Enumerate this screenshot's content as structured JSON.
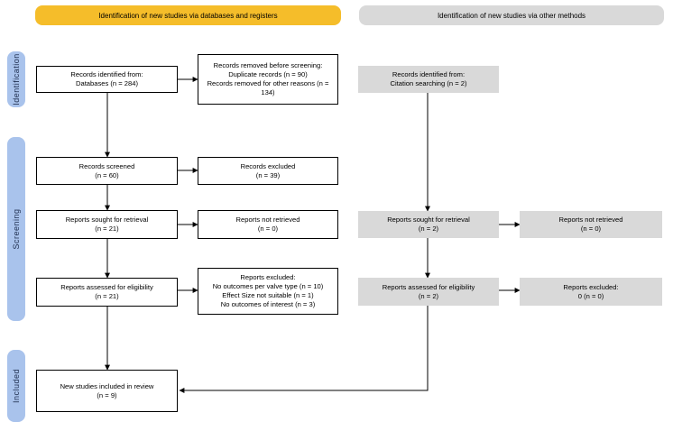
{
  "headers": {
    "databases": "Identification of new studies via databases and registers",
    "other": "Identification of new studies via other methods"
  },
  "phases": {
    "identification": "Identification",
    "screening": "Screening",
    "included": "Included"
  },
  "boxes": {
    "identified_db": [
      "Records identified from:",
      "Databases (n = 284)"
    ],
    "removed": [
      "Records removed before screening:",
      "Duplicate records (n = 90)",
      "Records removed for other reasons (n =",
      "134)"
    ],
    "screened": [
      "Records screened",
      "(n = 60)"
    ],
    "excluded": [
      "Records excluded",
      "(n = 39)"
    ],
    "sought_db": [
      "Reports sought for retrieval",
      "(n = 21)"
    ],
    "not_retrieved_db": [
      "Reports not retrieved",
      "(n = 0)"
    ],
    "assessed_db": [
      "Reports assessed for eligibility",
      "(n = 21)"
    ],
    "excluded_reports_db": [
      "Reports excluded:",
      "No outcomes per valve type (n = 10)",
      "Effect Size not suitable (n = 1)",
      "No outcomes of interest (n = 3)"
    ],
    "included": [
      "New studies included in review",
      "(n = 9)"
    ],
    "identified_other": [
      "Records identified from:",
      "Citation searching (n = 2)"
    ],
    "sought_other": [
      "Reports sought for retrieval",
      "(n = 2)"
    ],
    "not_retrieved_other": [
      "Reports not retrieved",
      "(n = 0)"
    ],
    "assessed_other": [
      "Reports assessed for eligibility",
      "(n = 2)"
    ],
    "excluded_reports_other": [
      "Reports excluded:",
      "0 (n = 0)"
    ]
  }
}
